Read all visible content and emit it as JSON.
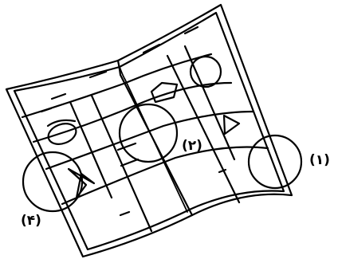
{
  "diagram": {
    "labels": {
      "one": "(۱)",
      "two": "(۲)",
      "four": "(۴)"
    },
    "line_color": "#000000",
    "background": "#ffffff"
  }
}
